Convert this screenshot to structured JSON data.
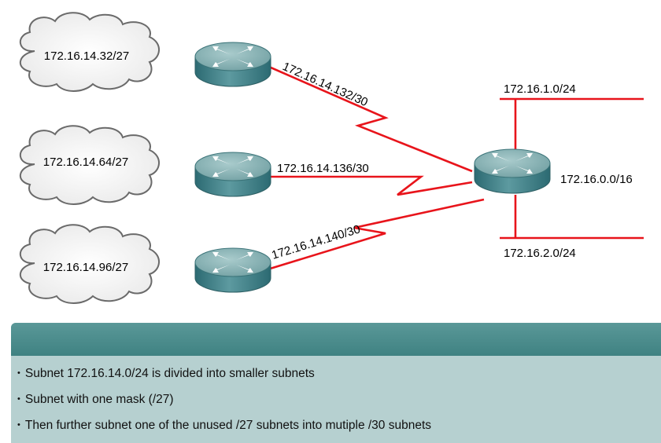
{
  "networks": [
    {
      "label": "172.16.14.32/27"
    },
    {
      "label": "172.16.14.64/27"
    },
    {
      "label": "172.16.14.96/27"
    }
  ],
  "serial_links": [
    {
      "label": "172.16.14.132/30"
    },
    {
      "label": "172.16.14.136/30"
    },
    {
      "label": "172.16.14.140/30"
    }
  ],
  "core": {
    "router_label": "172.16.0.0/16",
    "lan_top": "172.16.1.0/24",
    "lan_bottom": "172.16.2.0/24"
  },
  "info": {
    "bullets": [
      "Subnet 172.16.14.0/24 is divided into smaller subnets",
      "Subnet with one mask (/27)",
      "Then further subnet one of the unused /27 subnets into mutiple /30 subnets"
    ]
  },
  "colors": {
    "link": "#e8141b",
    "router_top": "#8ab3b5",
    "router_side": "#3d7f86",
    "panel_header": "#4a8c8c",
    "panel_body": "#b6d0d0"
  }
}
